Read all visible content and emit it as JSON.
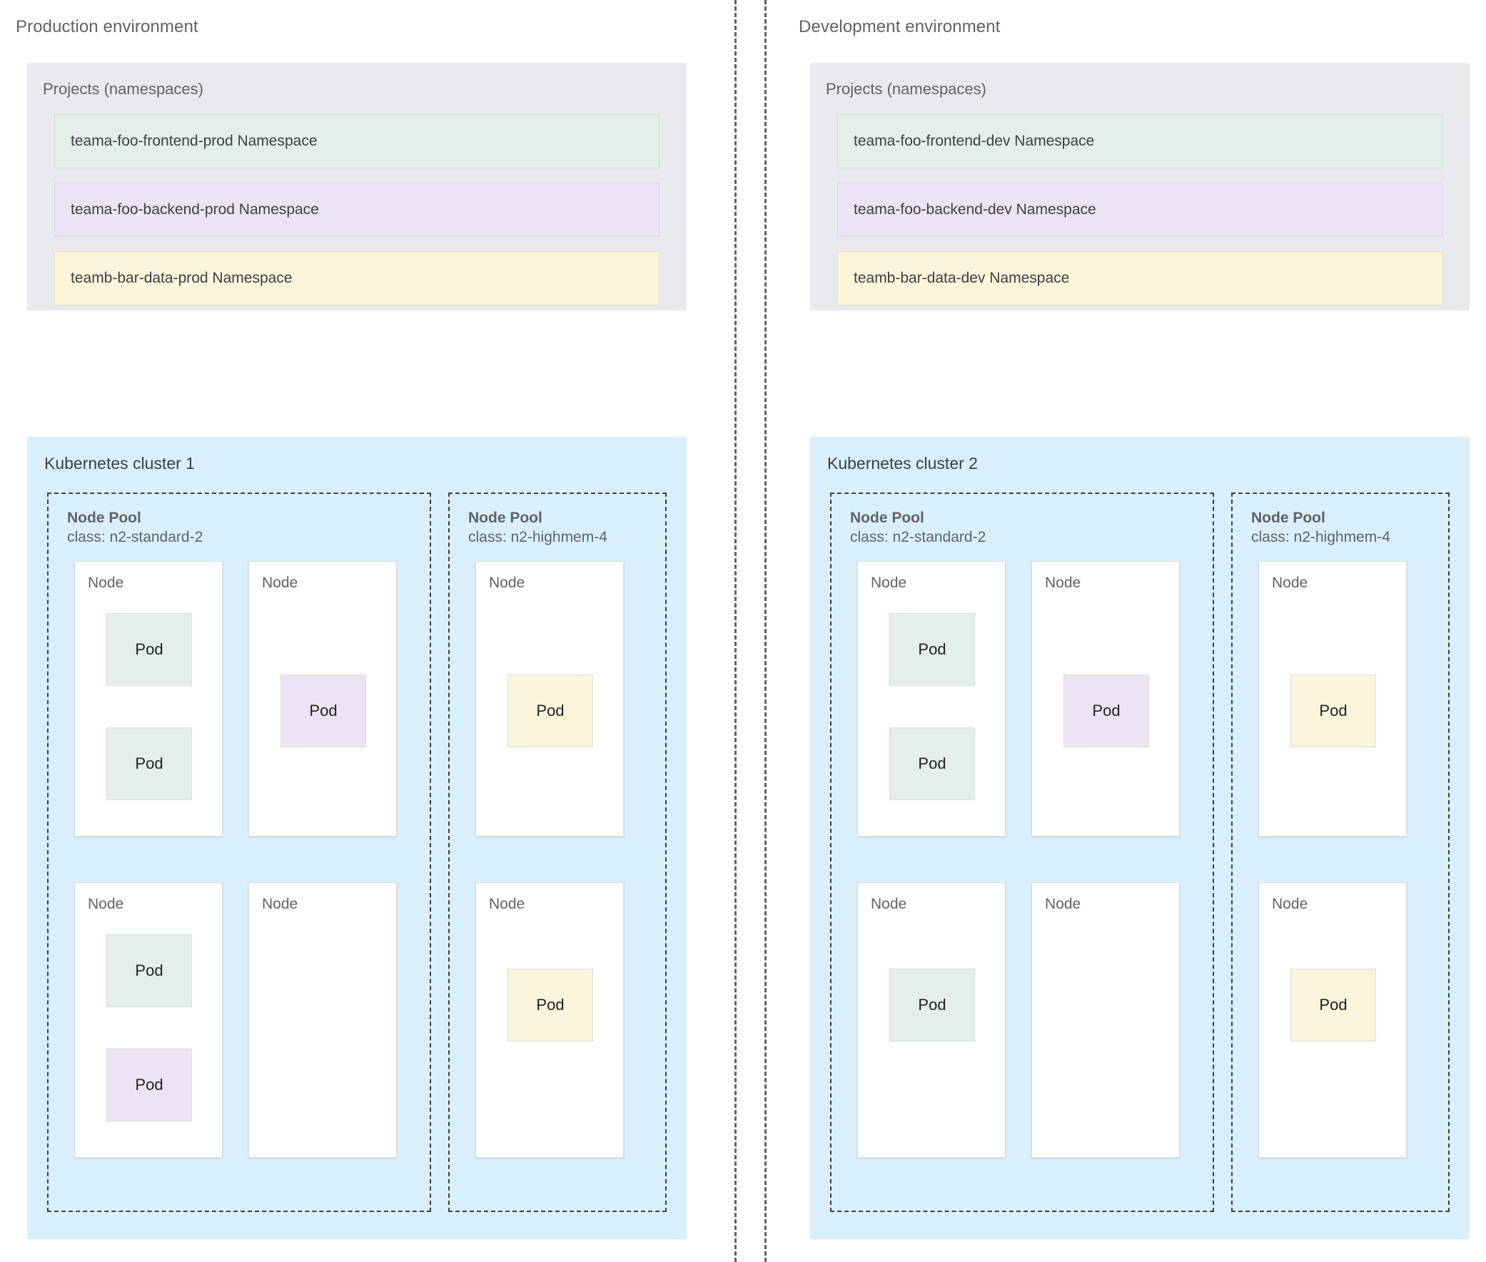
{
  "colors": {
    "green": "#e2f0e9",
    "purple": "#ece4f4",
    "yellow": "#fcf4db",
    "cluster_background": "#d9f0fc",
    "projects_background": "#e8eaed",
    "text_primary": "#3c4043",
    "text_secondary": "#5f6368",
    "node_border": "#dadce0",
    "dashed_border": "#3c4043"
  },
  "environments": [
    {
      "title": "Production environment",
      "projects": {
        "title": "Projects (namespaces)",
        "namespaces": [
          {
            "label": "teama-foo-frontend-prod Namespace",
            "color": "green"
          },
          {
            "label": "teama-foo-backend-prod Namespace",
            "color": "purple"
          },
          {
            "label": "teamb-bar-data-prod Namespace",
            "color": "yellow"
          }
        ]
      },
      "cluster": {
        "title": "Kubernetes cluster 1",
        "node_pools": [
          {
            "title": "Node Pool",
            "class_label": "class: n2-standard-2",
            "nodes": [
              {
                "label": "Node",
                "row": 0,
                "col": 0,
                "pods": [
                  {
                    "label": "Pod",
                    "color": "green",
                    "slot": "slot-top"
                  },
                  {
                    "label": "Pod",
                    "color": "green",
                    "slot": "slot-bottom"
                  }
                ]
              },
              {
                "label": "Node",
                "row": 0,
                "col": 1,
                "pods": [
                  {
                    "label": "Pod",
                    "color": "purple",
                    "slot": "slot-mid2"
                  }
                ]
              },
              {
                "label": "Node",
                "row": 1,
                "col": 0,
                "pods": [
                  {
                    "label": "Pod",
                    "color": "green",
                    "slot": "slot-top"
                  },
                  {
                    "label": "Pod",
                    "color": "purple",
                    "slot": "slot-bottom"
                  }
                ]
              },
              {
                "label": "Node",
                "row": 1,
                "col": 1,
                "pods": []
              }
            ]
          },
          {
            "title": "Node Pool",
            "class_label": "class: n2-highmem-4",
            "nodes": [
              {
                "label": "Node",
                "row": 0,
                "col": 0,
                "pods": [
                  {
                    "label": "Pod",
                    "color": "yellow",
                    "slot": "slot-mid2"
                  }
                ]
              },
              {
                "label": "Node",
                "row": 1,
                "col": 0,
                "pods": [
                  {
                    "label": "Pod",
                    "color": "yellow",
                    "slot": "slot-mid"
                  }
                ]
              }
            ]
          }
        ]
      }
    },
    {
      "title": "Development environment",
      "projects": {
        "title": "Projects (namespaces)",
        "namespaces": [
          {
            "label": "teama-foo-frontend-dev Namespace",
            "color": "green"
          },
          {
            "label": "teama-foo-backend-dev Namespace",
            "color": "purple"
          },
          {
            "label": "teamb-bar-data-dev Namespace",
            "color": "yellow"
          }
        ]
      },
      "cluster": {
        "title": "Kubernetes cluster 2",
        "node_pools": [
          {
            "title": "Node Pool",
            "class_label": "class: n2-standard-2",
            "nodes": [
              {
                "label": "Node",
                "row": 0,
                "col": 0,
                "pods": [
                  {
                    "label": "Pod",
                    "color": "green",
                    "slot": "slot-top"
                  },
                  {
                    "label": "Pod",
                    "color": "green",
                    "slot": "slot-bottom"
                  }
                ]
              },
              {
                "label": "Node",
                "row": 0,
                "col": 1,
                "pods": [
                  {
                    "label": "Pod",
                    "color": "purple",
                    "slot": "slot-mid2"
                  }
                ]
              },
              {
                "label": "Node",
                "row": 1,
                "col": 0,
                "pods": [
                  {
                    "label": "Pod",
                    "color": "green",
                    "slot": "slot-mid"
                  }
                ]
              },
              {
                "label": "Node",
                "row": 1,
                "col": 1,
                "pods": []
              }
            ]
          },
          {
            "title": "Node Pool",
            "class_label": "class: n2-highmem-4",
            "nodes": [
              {
                "label": "Node",
                "row": 0,
                "col": 0,
                "pods": [
                  {
                    "label": "Pod",
                    "color": "yellow",
                    "slot": "slot-mid2"
                  }
                ]
              },
              {
                "label": "Node",
                "row": 1,
                "col": 0,
                "pods": [
                  {
                    "label": "Pod",
                    "color": "yellow",
                    "slot": "slot-mid"
                  }
                ]
              }
            ]
          }
        ]
      }
    }
  ]
}
